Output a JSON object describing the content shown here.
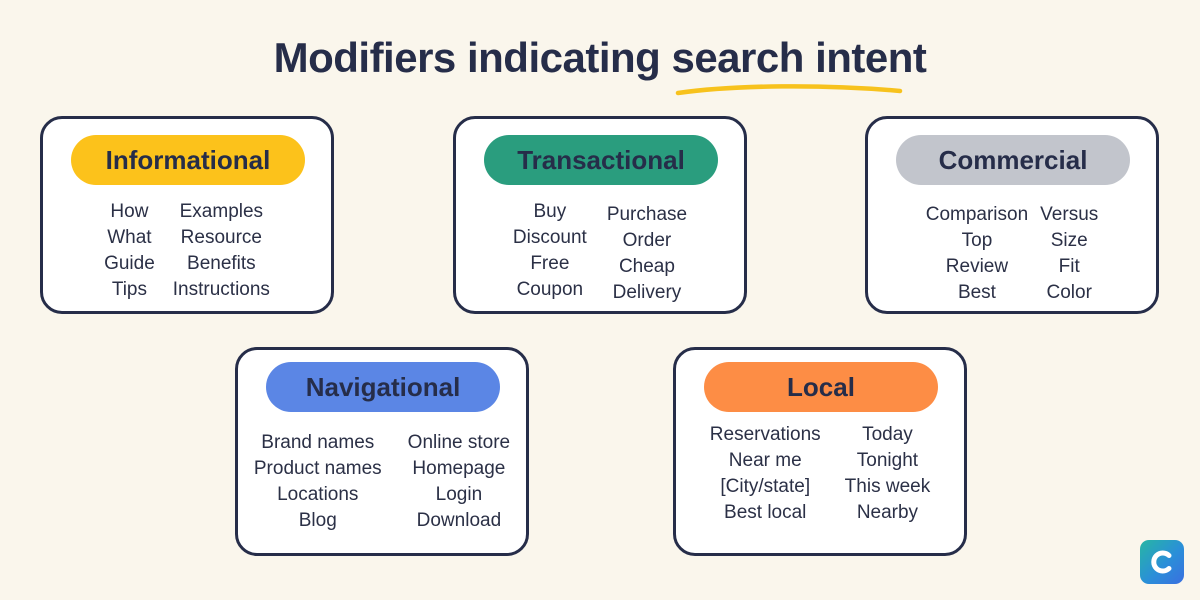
{
  "title": {
    "prefix": "Modifiers indicating ",
    "highlight": "search intent"
  },
  "colors": {
    "accent_underline": "#f7c21d",
    "informational": "#fcc21b",
    "transactional": "#2a9d7e",
    "commercial": "#c2c5cc",
    "navigational": "#5b86e5",
    "local": "#fd8d45",
    "border": "#262d49",
    "background": "#faf6ec"
  },
  "cards": {
    "informational": {
      "label": "Informational",
      "left": [
        "How",
        "What",
        "Guide",
        "Tips"
      ],
      "right": [
        "Examples",
        "Resource",
        "Benefits",
        "Instructions"
      ]
    },
    "transactional": {
      "label": "Transactional",
      "left": [
        "Buy",
        "Discount",
        "Free",
        "Coupon"
      ],
      "right": [
        "Purchase",
        "Order",
        "Cheap",
        "Delivery"
      ]
    },
    "commercial": {
      "label": "Commercial",
      "left": [
        "Comparison",
        "Top",
        "Review",
        "Best"
      ],
      "right": [
        "Versus",
        "Size",
        "Fit",
        "Color"
      ]
    },
    "navigational": {
      "label": "Navigational",
      "left": [
        "Brand names",
        "Product names",
        "Locations",
        "Blog"
      ],
      "right": [
        "Online store",
        "Homepage",
        "Login",
        "Download"
      ]
    },
    "local": {
      "label": "Local",
      "left": [
        "Reservations",
        "Near me",
        "[City/state]",
        "Best local"
      ],
      "right": [
        "Today",
        "Tonight",
        "This week",
        "Nearby"
      ]
    }
  },
  "logo": {
    "glyph": "C",
    "icon": "brand-logo-icon"
  }
}
